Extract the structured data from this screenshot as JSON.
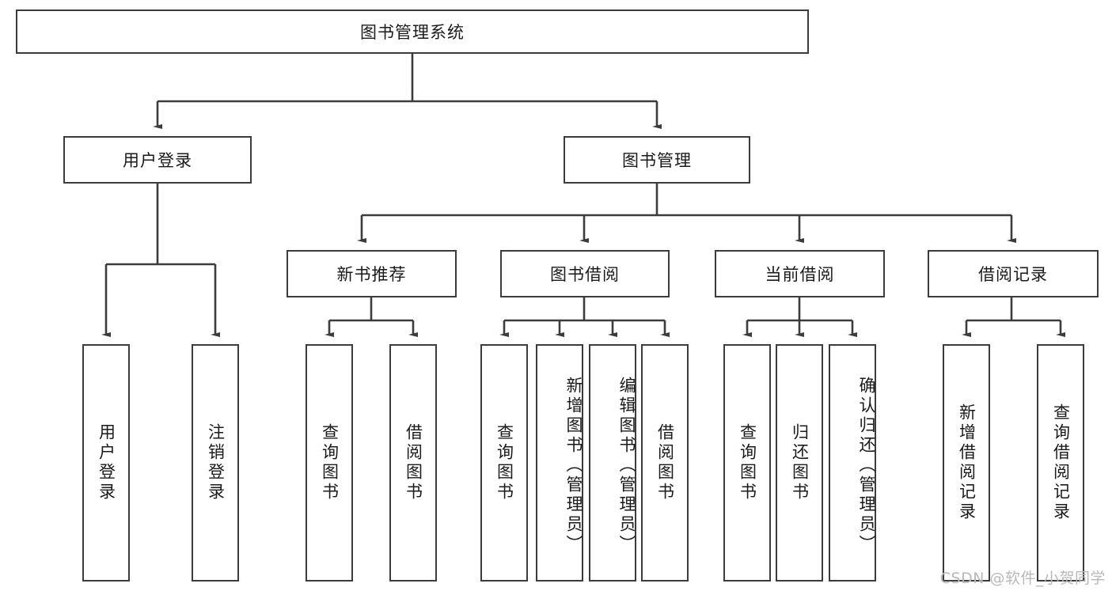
{
  "diagram": {
    "title": "图书管理系统",
    "type": "tree",
    "colors": {
      "background": "#ffffff",
      "node_border": "#3c3c3c",
      "node_fill": "#ffffff",
      "edge": "#3c3c3c",
      "text": "#1a1a1a",
      "watermark": "#b9b9b9"
    },
    "root": {
      "label": "图书管理系统"
    },
    "level2": [
      {
        "label": "用户登录"
      },
      {
        "label": "图书管理"
      }
    ],
    "level3": [
      {
        "label": "新书推荐"
      },
      {
        "label": "图书借阅"
      },
      {
        "label": "当前借阅"
      },
      {
        "label": "借阅记录"
      }
    ],
    "leaves": {
      "user_login": [
        {
          "label": "用户登录"
        },
        {
          "label": "注销登录"
        }
      ],
      "new_book_recommend": [
        {
          "label": "查询图书"
        },
        {
          "label": "借阅图书"
        }
      ],
      "book_borrow": [
        {
          "label": "查询图书"
        },
        {
          "label": "新增图书（管理员）"
        },
        {
          "label": "编辑图书（管理员）"
        },
        {
          "label": "借阅图书"
        }
      ],
      "current_borrow": [
        {
          "label": "查询图书"
        },
        {
          "label": "归还图书"
        },
        {
          "label": "确认归还（管理员）"
        }
      ],
      "borrow_record": [
        {
          "label": "新增借阅记录"
        },
        {
          "label": "查询借阅记录"
        }
      ]
    }
  },
  "watermark": {
    "text": "CSDN @软件_小贺同学"
  }
}
